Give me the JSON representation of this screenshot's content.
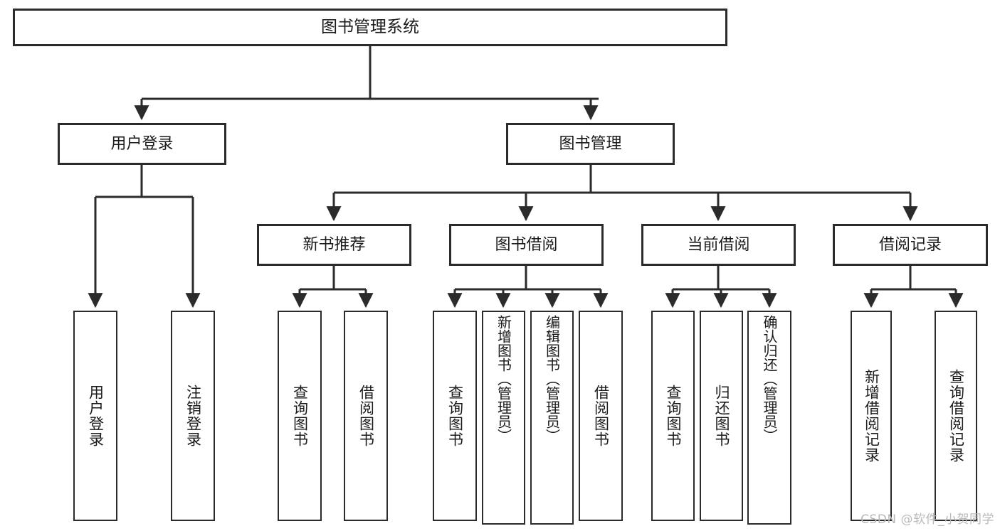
{
  "diagram": {
    "title": "图书管理系统",
    "type": "tree-hierarchy",
    "orientation": "top-down",
    "watermark": "CSDN @软件_小贺同学",
    "colors": {
      "stroke": "#2b2b2b",
      "fill": "#ffffff",
      "text": "#1a1a1a",
      "watermark": "#b9b9b9"
    }
  },
  "nodes": {
    "root": {
      "label": "图书管理系统"
    },
    "level1": [
      {
        "id": "user-login",
        "label": "用户登录"
      },
      {
        "id": "book-management",
        "label": "图书管理"
      }
    ],
    "level2": [
      {
        "id": "new-book-recommend",
        "label": "新书推荐"
      },
      {
        "id": "book-borrow",
        "label": "图书借阅"
      },
      {
        "id": "current-borrow",
        "label": "当前借阅"
      },
      {
        "id": "borrow-record",
        "label": "借阅记录"
      }
    ],
    "leaves": [
      {
        "id": "leaf-user-login",
        "label": "用户登录",
        "parent": "user-login"
      },
      {
        "id": "leaf-user-logout",
        "label": "注销登录",
        "parent": "user-login"
      },
      {
        "id": "leaf-query-book-1",
        "label": "查询图书",
        "parent": "new-book-recommend"
      },
      {
        "id": "leaf-borrow-book-1",
        "label": "借阅图书",
        "parent": "new-book-recommend"
      },
      {
        "id": "leaf-query-book-2",
        "label": "查询图书",
        "parent": "book-borrow"
      },
      {
        "id": "leaf-add-book-admin",
        "label": "新增图书（管理员）",
        "parent": "book-borrow"
      },
      {
        "id": "leaf-edit-book-admin",
        "label": "编辑图书（管理员）",
        "parent": "book-borrow"
      },
      {
        "id": "leaf-borrow-book-2",
        "label": "借阅图书",
        "parent": "book-borrow"
      },
      {
        "id": "leaf-query-book-3",
        "label": "查询图书",
        "parent": "current-borrow"
      },
      {
        "id": "leaf-return-book",
        "label": "归还图书",
        "parent": "current-borrow"
      },
      {
        "id": "leaf-confirm-return-admin",
        "label": "确认归还（管理员）",
        "parent": "current-borrow"
      },
      {
        "id": "leaf-add-borrow-record",
        "label": "新增借阅记录",
        "parent": "borrow-record"
      },
      {
        "id": "leaf-query-borrow-record",
        "label": "查询借阅记录",
        "parent": "borrow-record"
      }
    ]
  }
}
